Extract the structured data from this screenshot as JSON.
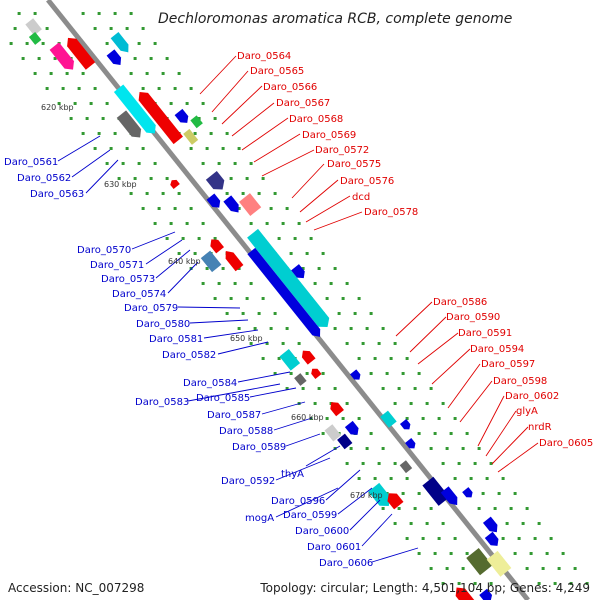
{
  "title": "Dechloromonas aromatica RCB, complete genome",
  "accession": "Accession: NC_007298",
  "summary": "Topology: circular; Length: 4,501,104 bp; Genes: 4,249",
  "colors": {
    "backbone": "#8c8c8c",
    "left_label": "#0000cc",
    "right_label": "#e00000",
    "tick": "#339933"
  },
  "kbp_marks": [
    "620 kbp",
    "630 kbp",
    "640 kbp",
    "650 kbp",
    "660 kbp",
    "670 kbp"
  ],
  "left_labels": [
    "Daro_0561",
    "Daro_0562",
    "Daro_0563",
    "Daro_0570",
    "Daro_0571",
    "Daro_0573",
    "Daro_0574",
    "Daro_0579",
    "Daro_0580",
    "Daro_0581",
    "Daro_0582",
    "Daro_0584",
    "Daro_0583",
    "Daro_0585",
    "Daro_0587",
    "Daro_0588",
    "Daro_0589",
    "thyA",
    "Daro_0592",
    "Daro_0596",
    "mogA",
    "Daro_0599",
    "Daro_0600",
    "Daro_0601",
    "Daro_0606"
  ],
  "right_labels": [
    "Daro_0564",
    "Daro_0565",
    "Daro_0566",
    "Daro_0567",
    "Daro_0568",
    "Daro_0569",
    "Daro_0572",
    "Daro_0575",
    "Daro_0576",
    "dcd",
    "Daro_0578",
    "Daro_0586",
    "Daro_0590",
    "Daro_0591",
    "Daro_0594",
    "Daro_0597",
    "Daro_0598",
    "Daro_0602",
    "glyA",
    "nrdR",
    "Daro_0605"
  ]
}
